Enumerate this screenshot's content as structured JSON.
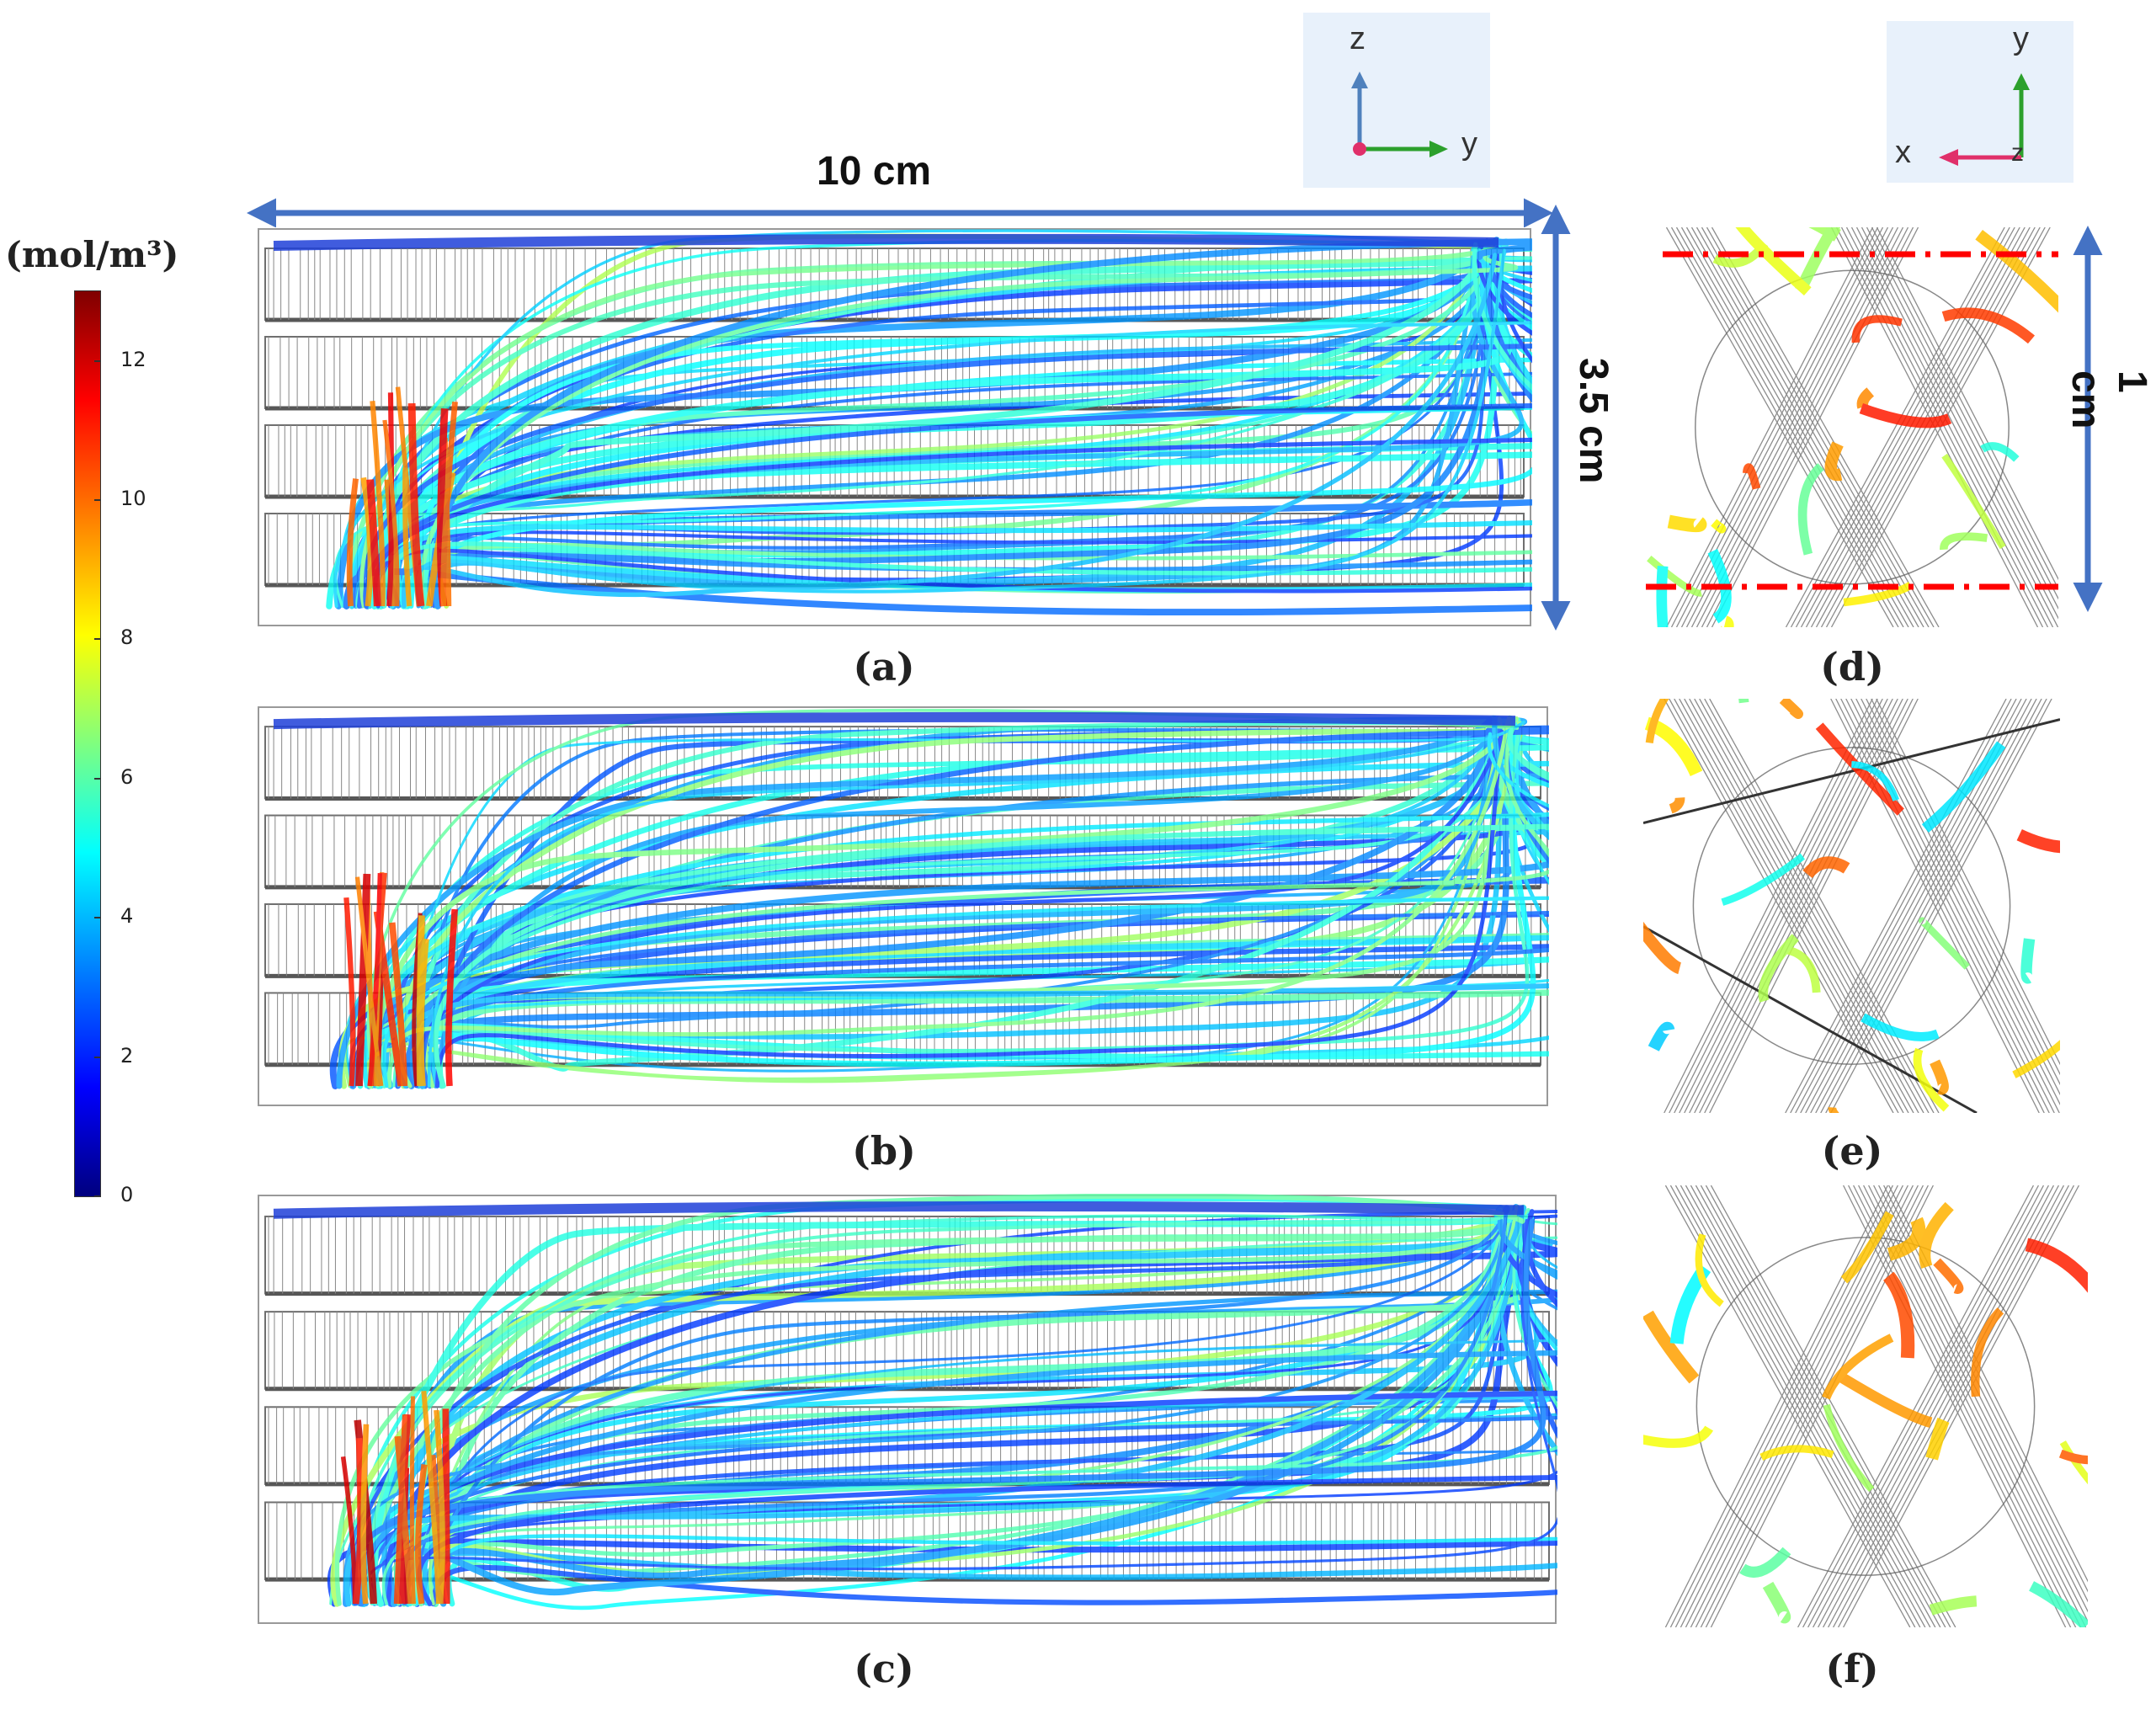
{
  "colorbar": {
    "unit_label": "(mol/m³)",
    "min": 0,
    "max": 13,
    "ticks": [
      "12",
      "10",
      "8",
      "6",
      "4",
      "2",
      "0"
    ],
    "tick_values": [
      12,
      10,
      8,
      6,
      4,
      2,
      0
    ],
    "colormap": [
      "#00007f",
      "#0000ff",
      "#007fff",
      "#00ffff",
      "#7fff7f",
      "#ffff00",
      "#ff7f00",
      "#ff0000",
      "#7f0000"
    ]
  },
  "dimensions": {
    "width_label": "10 cm",
    "height_label": "3.5 cm",
    "detail_height_label": "1 cm"
  },
  "axes": {
    "side_view": {
      "vertical": "z",
      "horizontal": "y"
    },
    "top_view": {
      "vertical": "y",
      "horizontal": "x",
      "out_of_plane": "z"
    }
  },
  "panels": {
    "a": "(a)",
    "b": "(b)",
    "c": "(c)",
    "d": "(d)",
    "e": "(e)",
    "f": "(f)"
  },
  "colors": {
    "arrow": "#4472c4",
    "dashed_line": "#ff0000",
    "axis_z": "#4f81bd",
    "axis_y": "#2ca02c",
    "axis_x": "#e0306a",
    "axis_box": "#e8f1fb"
  }
}
